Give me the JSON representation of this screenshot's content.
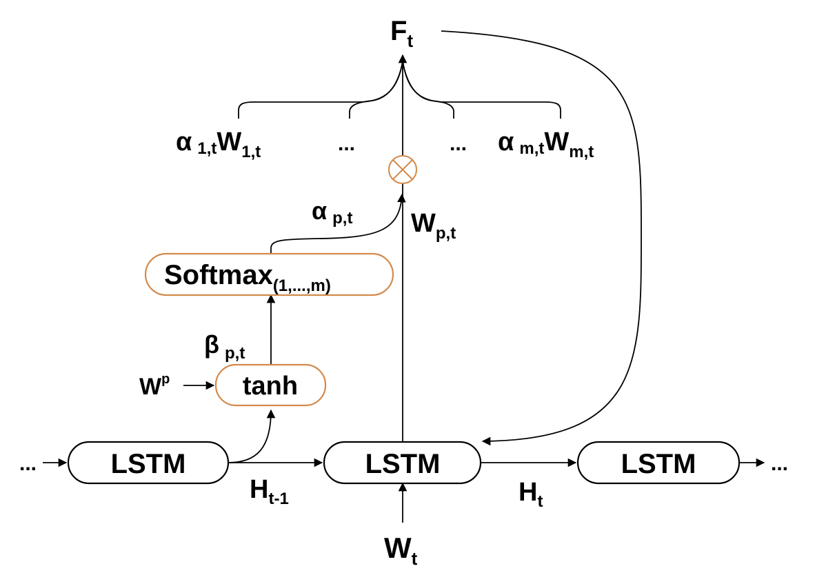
{
  "colors": {
    "stroke": "#000000",
    "accent": "#d4894a",
    "background": "#ffffff"
  },
  "ellipsis": "...",
  "lstm": {
    "left": "LSTM",
    "center": "LSTM",
    "right": "LSTM"
  },
  "hidden": {
    "prev_main": "H",
    "prev_sub": "t-1",
    "curr_main": "H",
    "curr_sub": "t"
  },
  "input": {
    "main": "W",
    "sub": "t"
  },
  "output": {
    "main": "F",
    "sub": "t"
  },
  "tanh": {
    "label": "tanh",
    "weight_main": "W",
    "weight_sup": "p"
  },
  "beta": {
    "symbol": "β",
    "sub": "p,t"
  },
  "softmax": {
    "main": "Softmax",
    "sub": "(1,...,m)"
  },
  "alpha": {
    "symbol": "α",
    "sub": "p,t"
  },
  "word_vector": {
    "main": "W",
    "sub": "p,t"
  },
  "terms": {
    "first_alpha": "α",
    "first_alpha_sub": "1,t",
    "first_w": "W",
    "first_w_sub": "1,t",
    "last_alpha": "α",
    "last_alpha_sub": "m,t",
    "last_w": "W",
    "last_w_sub": "m,t"
  },
  "multiply_icon": "circle-times-icon"
}
